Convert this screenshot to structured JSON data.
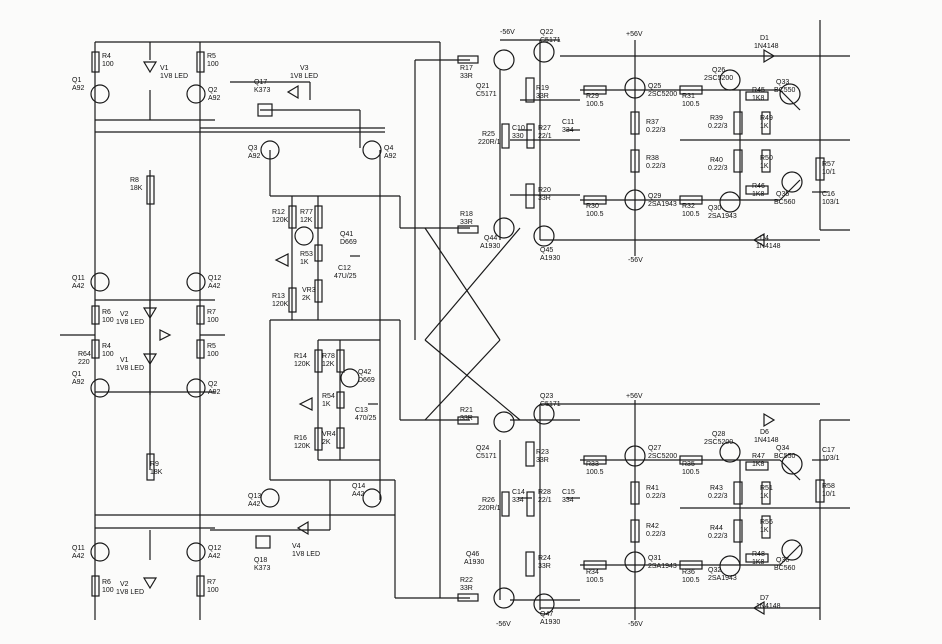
{
  "diagram": {
    "labels": {
      "R4a": "R4",
      "R4a_v": "100",
      "R5a": "R5",
      "R5a_v": "100",
      "V1a": "V1",
      "V1a_v": "1V8 LED",
      "Q1a": "Q1",
      "Q1a_v": "A92",
      "Q2a": "Q2",
      "Q2a_v": "A92",
      "Q17": "Q17",
      "Q17_v": "K373",
      "V3": "V3",
      "V3_v": "1V8 LED",
      "Q3": "Q3",
      "Q3_v": "A92",
      "Q4": "Q4",
      "Q4_v": "A92",
      "R8": "R8",
      "R8_v": "18K",
      "R12": "R12",
      "R12_v": "120K",
      "R77": "R77",
      "R77_v": "12K",
      "Q41": "Q41",
      "Q41_v": "D669",
      "R53": "R53",
      "R53_v": "1K",
      "C12": "C12",
      "C12_v": "47U/25",
      "VR3": "VR3",
      "VR3_v": "2K",
      "R13": "R13",
      "R13_v": "120K",
      "Q11": "Q11",
      "Q11_v": "A42",
      "Q12": "Q12",
      "Q12_v": "A42",
      "R6a": "R6",
      "R6a_v": "100",
      "R7a": "R7",
      "R7a_v": "100",
      "V2a": "V2",
      "V2a_v": "1V8 LED",
      "R64": "R64",
      "R64_v": "220",
      "R4b": "R4",
      "R4b_v": "100",
      "R5b": "R5",
      "R5b_v": "100",
      "V1b": "V1",
      "V1b_v": "1V8 LED",
      "Q1b": "Q1",
      "Q1b_v": "A92",
      "Q2b": "Q2",
      "Q2b_v": "A92",
      "R14": "R14",
      "R14_v": "120K",
      "R78": "R78",
      "R78_v": "12K",
      "Q42": "Q42",
      "Q42_v": "D669",
      "R54": "R54",
      "R54_v": "1K",
      "C13": "C13",
      "C13_v": "470/25",
      "VR4": "VR4",
      "VR4_v": "2K",
      "R16": "R16",
      "R16_v": "120K",
      "R9": "R9",
      "R9_v": "18K",
      "Q13": "Q13",
      "Q13_v": "A42",
      "Q14": "Q14",
      "Q14_v": "A42",
      "V4": "V4",
      "V4_v": "1V8 LED",
      "Q18": "Q18",
      "Q18_v": "K373",
      "Q11b": "Q11",
      "Q11b_v": "A42",
      "Q12b": "Q12",
      "Q12b_v": "A42",
      "R6b": "R6",
      "R6b_v": "100",
      "R7b": "R7",
      "R7b_v": "100",
      "V2b": "V2",
      "V2b_v": "1V8 LED",
      "vm56a": "-56V",
      "Q22": "Q22",
      "Q22_v": "C5171",
      "R17": "R17",
      "R17_v": "33R",
      "Q21": "Q21",
      "Q21_v": "C5171",
      "R19": "R19",
      "R19_v": "33R",
      "vp56a": "+56V",
      "R29": "R29",
      "R29_v": "100.5",
      "Q25": "Q25",
      "Q25_v": "2SC5200",
      "R31": "R31",
      "R31_v": "100.5",
      "Q26": "Q26",
      "Q26_v": "2SC5200",
      "D1": "D1",
      "D1_v": "1N4148",
      "R45": "R45",
      "R45_v": "1K8",
      "Q33": "Q33",
      "Q33_v": "BC550",
      "R25": "R25",
      "R25_v": "220R/1",
      "C10": "C10",
      "C10_v": "330",
      "R27": "R27",
      "R27_v": "22/1",
      "C11": "C11",
      "C11_v": "334",
      "R37": "R37",
      "R37_v": "0.22/3",
      "R39": "R39",
      "R39_v": "0.22/3",
      "R49": "R49",
      "R49_v": "1K",
      "R38": "R38",
      "R38_v": "0.22/3",
      "R40": "R40",
      "R40_v": "0.22/3",
      "R50": "R50",
      "R50_v": "1K",
      "R57": "R57",
      "R57_v": "10/1",
      "R20": "R20",
      "R20_v": "33R",
      "R30": "R30",
      "R30_v": "100.5",
      "Q29": "Q29",
      "Q29_v": "2SA1943",
      "R32": "R32",
      "R32_v": "100.5",
      "Q30": "Q30",
      "Q30_v": "2SA1943",
      "R46": "R46",
      "R46_v": "1K8",
      "Q35": "Q35",
      "Q35_v": "BC560",
      "C16": "C16",
      "C16_v": "103/1",
      "R18": "R18",
      "R18_v": "33R",
      "Q44": "Q44",
      "Q44_v": "A1930",
      "Q45": "Q45",
      "Q45_v": "A1930",
      "D4": "D4",
      "D4_v": "1N4148",
      "vm56b": "-56V",
      "Q23": "Q23",
      "Q23_v": "C5171",
      "vp56b": "+56V",
      "R21": "R21",
      "R21_v": "33R",
      "Q24": "Q24",
      "Q24_v": "C5171",
      "R23": "R23",
      "R23_v": "33R",
      "R33": "R33",
      "R33_v": "100.5",
      "Q27": "Q27",
      "Q27_v": "2SC5200",
      "R35": "R35",
      "R35_v": "100.5",
      "Q28": "Q28",
      "Q28_v": "2SC5200",
      "D6": "D6",
      "D6_v": "1N4148",
      "R47": "R47",
      "R47_v": "1K8",
      "Q34": "Q34",
      "Q34_v": "BC550",
      "C17": "C17",
      "C17_v": "103/1",
      "R26": "R26",
      "R26_v": "220R/1",
      "C14": "C14",
      "C14_v": "334",
      "R28": "R28",
      "R28_v": "22/1",
      "C15": "C15",
      "C15_v": "334",
      "R41": "R41",
      "R41_v": "0.22/3",
      "R43": "R43",
      "R43_v": "0.22/3",
      "R51": "R51",
      "R51_v": "1K",
      "R58": "R58",
      "R58_v": "10/1",
      "R42": "R42",
      "R42_v": "0.22/3",
      "R44": "R44",
      "R44_v": "0.22/3",
      "R56": "R56",
      "R56_v": "1K",
      "R24": "R24",
      "R24_v": "33R",
      "Q46": "Q46",
      "Q46_v": "A1930",
      "R34": "R34",
      "R34_v": "100.5",
      "Q31": "Q31",
      "Q31_v": "2SA1943",
      "R36": "R36",
      "R36_v": "100.5",
      "Q32": "Q32",
      "Q32_v": "2SA1943",
      "R48": "R48",
      "R48_v": "1K8",
      "Q36": "Q36",
      "Q36_v": "BC560",
      "R22": "R22",
      "R22_v": "33R",
      "Q47": "Q47",
      "Q47_v": "A1930",
      "vm56c": "-56V",
      "vm56d": "-56V",
      "D7": "D7",
      "D7_v": "1N4148"
    }
  }
}
